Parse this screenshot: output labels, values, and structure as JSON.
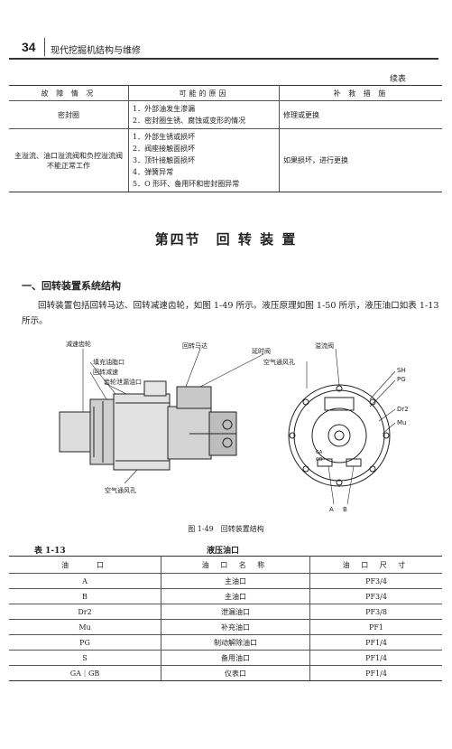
{
  "header": {
    "page_number": "34",
    "book_title": "现代挖掘机结构与维修"
  },
  "continued": "续表",
  "table1": {
    "headers": [
      "故 障 情 况",
      "可能的原因",
      "补 救 措 施"
    ],
    "rows": [
      {
        "fault": "密封圈",
        "causes": [
          "1．外部油发生渗漏",
          "2．密封圈生锈、腐蚀或变形的情况"
        ],
        "remedy": "修理或更换"
      },
      {
        "fault": "主溢流、油口溢流阀和负控溢流阀不能正常工作",
        "causes": [
          "1．外部生锈或损坏",
          "2．阀座接触面损坏",
          "3．顶针接触面损坏",
          "4．弹簧异常",
          "5．O 形环、备用环和密封圈异常"
        ],
        "remedy": "如果损坏，进行更换"
      }
    ]
  },
  "section_title": "第四节　回 转 装 置",
  "subsection_title": "一、回转装置系统结构",
  "paragraph": "回转装置包括回转马达、回转减速齿轮，如图 1-49 所示。液压原理如图 1-50 所示，液压油口如表 1-13 所示。",
  "figure": {
    "labels": {
      "reducer_gear": "减速齿轮",
      "fill_port": "填充油脂口",
      "swing_reducer": "回转减速",
      "gear_drain": "齿轮泄漏油口",
      "swing_motor": "回转马达",
      "delay_valve": "延时阀",
      "relief_valve": "溢流阀",
      "air_vent_right": "空气通风孔",
      "air_vent_bottom": "空气通风孔",
      "sh": "SH",
      "pg": "PG",
      "dr2": "Dr2",
      "mu": "Mu",
      "a": "A",
      "b": "B",
      "ga": "GA",
      "gb": "GB"
    },
    "caption": "图 1-49　回转装置结构"
  },
  "table2": {
    "label": "表 1-13",
    "title": "液压油口",
    "headers": [
      "油　　口",
      "油 口 名 称",
      "油 口 尺 寸"
    ],
    "rows": [
      [
        "A",
        "主油口",
        "PF3/4"
      ],
      [
        "B",
        "主油口",
        "PF3/4"
      ],
      [
        "Dr2",
        "泄漏油口",
        "PF3/8"
      ],
      [
        "Mu",
        "补充油口",
        "PF1"
      ],
      [
        "PG",
        "制动解除油口",
        "PF1/4"
      ],
      [
        "S",
        "备用油口",
        "PF1/4"
      ],
      [
        "GA｜GB",
        "仪表口",
        "PF1/4"
      ]
    ]
  }
}
